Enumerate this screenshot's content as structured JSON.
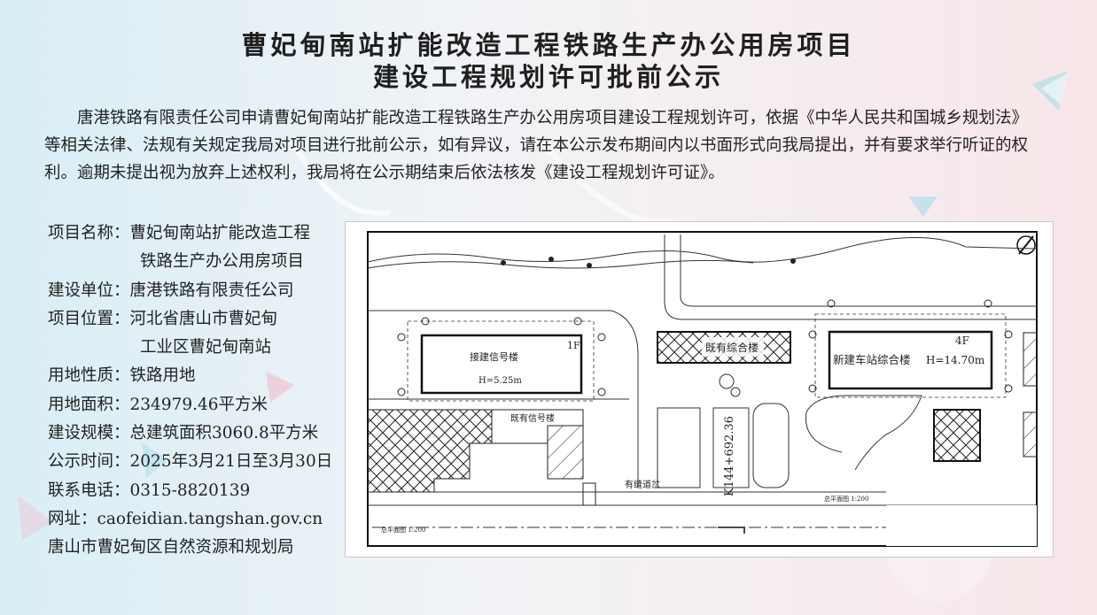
{
  "title": {
    "line1": "曹妃甸南站扩能改造工程铁路生产办公用房项目",
    "line2": "建设工程规划许可批前公示"
  },
  "intro": "唐港铁路有限责任公司申请曹妃甸南站扩能改造工程铁路生产办公用房项目建设工程规划许可，依据《中华人民共和国城乡规划法》等相关法律、法规有关规定我局对项目进行批前公示，如有异议，请在本公示发布期间内以书面形式向我局提出，并有要求举行听证的权利。逾期未提出视为放弃上述权利，我局将在公示期结束后依法核发《建设工程规划许可证》。",
  "info": {
    "name_label": "项目名称：",
    "name_line1": "曹妃甸南站扩能改造工程",
    "name_line2": "铁路生产办公用房项目",
    "unit_label": "建设单位：",
    "unit_value": "唐港铁路有限责任公司",
    "location_label": "项目位置：",
    "location_line1": "河北省唐山市曹妃甸",
    "location_line2": "工业区曹妃甸南站",
    "nature_label": "用地性质：",
    "nature_value": "铁路用地",
    "area_label": "用地面积：",
    "area_value": "234979.46平方米",
    "scale_label": "建设规模：",
    "scale_value": "总建筑面积3060.8平方米",
    "period_label": "公示时间：",
    "period_value": "2025年3月21日至3月30日",
    "phone_label": "联系电话：",
    "phone_value": "0315-8820139",
    "website_label": "网址：",
    "website_value": "caofeidian.tangshan.gov.cn",
    "authority": "唐山市曹妃甸区自然资源和规划局"
  },
  "plan": {
    "b1_name": "接建信号楼",
    "b1_height": "H=5.25m",
    "b1_floors": "1F",
    "existing_signal": "既有信号楼",
    "existing_complex": "既有综合楼",
    "new_complex": "新建车站综合楼",
    "new_height": "H=14.70m",
    "new_floors": "4F",
    "track": "有缝道岔",
    "chainage": "K144+692.36",
    "scale_left": "总平面图 1:200",
    "scale_right": "总平面图 1:200"
  },
  "colors": {
    "bg_left": "#d9eef6",
    "bg_right": "#f8e6e9",
    "accent_teal": "#8fd6e6",
    "accent_pink": "#f3b7c2"
  }
}
